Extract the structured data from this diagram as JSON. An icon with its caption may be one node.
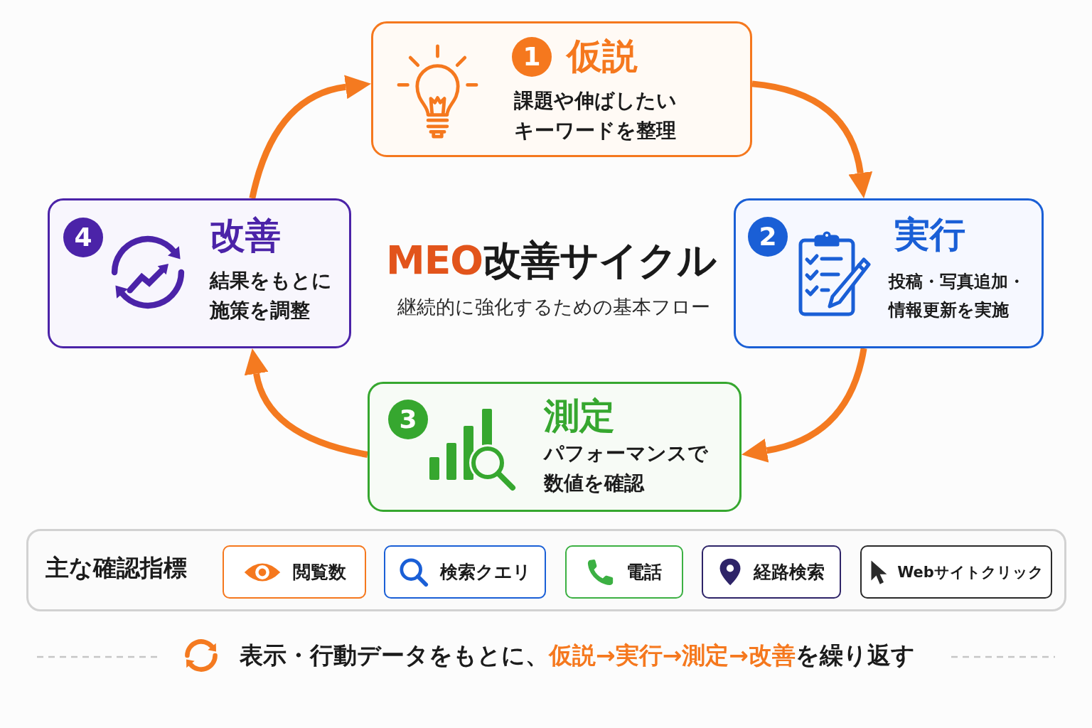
{
  "diagram": {
    "title": "**MEO**改善サイクル",
    "nodes": [
      {
        "text": [
          "1",
          "仮説",
          "課題や伸ばしたいキーワードを整理"
        ]
      },
      {
        "text": [
          "2",
          "実行",
          "投稿・写真追加・情報更新を実施"
        ]
      },
      {
        "text": [
          "3",
          "測定",
          "パフォーマンスで数値を確認"
        ]
      },
      {
        "text": [
          "4",
          "改善",
          "結果をもとに施策を調整"
        ]
      },
      {
        "text": [
          "主な確認指標"
        ]
      },
      {
        "text": [
          "閲覧数"
        ],
        "in": 4
      },
      {
        "text": [
          "検索クエリ"
        ],
        "in": 4
      },
      {
        "text": [
          "電話"
        ],
        "in": 4
      },
      {
        "text": [
          "経路検索"
        ],
        "in": 4
      },
      {
        "text": [
          "Webサイトクリック"
        ],
        "in": 4
      }
    ],
    "edges": [
      {
        "from": 0,
        "to": 1,
        "arrow": "to"
      },
      {
        "from": 1,
        "to": 2,
        "arrow": "to"
      },
      {
        "from": 2,
        "to": 3,
        "arrow": "to"
      },
      {
        "from": 3,
        "to": 0,
        "arrow": "to"
      }
    ],
    "labels": [
      "継続的に強化するための基本フロー",
      "表示・行動データをもとに、**仮説→実行→測定→改善**を繰り返す"
    ]
  }
}
